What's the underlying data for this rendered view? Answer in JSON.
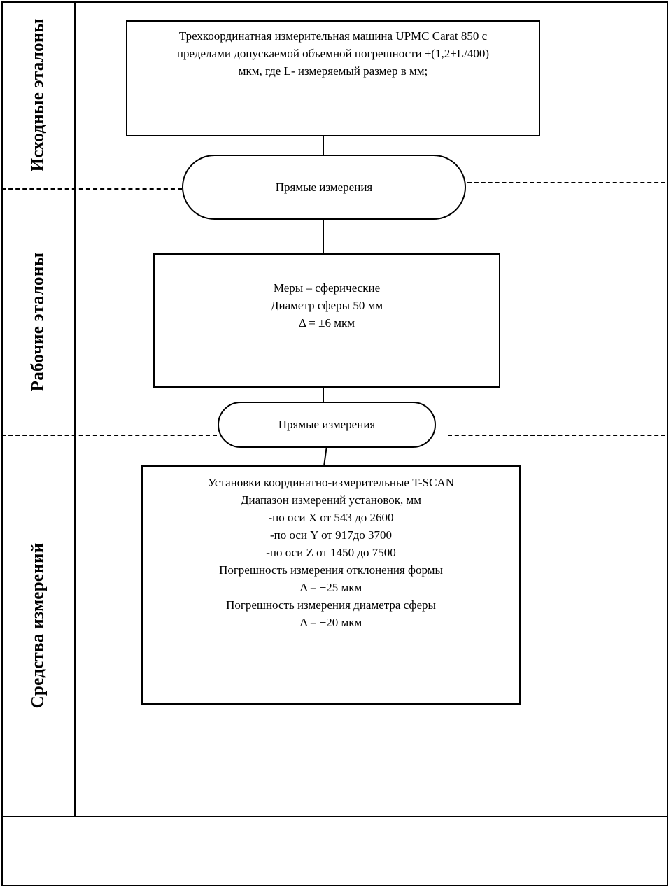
{
  "sections": [
    {
      "label": "Исходные эталоны"
    },
    {
      "label": "Рабочие эталоны"
    },
    {
      "label": "Средства измерений"
    }
  ],
  "boxes": {
    "source_standard": {
      "lines": [
        "Трехкоординатная измерительная машина UPMC Carat 850 с",
        "пределами допускаемой объемной погрешности ±(1,2+L/400)",
        "мкм, где L- измеряемый размер в мм;"
      ]
    },
    "working_standard": {
      "lines": [
        "Меры – сферические",
        "Диаметр сферы 50 мм",
        "Δ = ±6 мкм"
      ]
    },
    "measuring_instrument": {
      "lines": [
        "Установки координатно-измерительные T-SCAN",
        "Диапазон измерений установок, мм",
        "-по оси X  от 543 до 2600",
        "-по оси Y от 917до 3700",
        "-по оси Z от 1450 до 7500",
        "Погрешность измерения отклонения формы",
        "Δ = ±25 мкм",
        "Погрешность измерения диаметра сферы",
        "Δ = ±20 мкм"
      ]
    }
  },
  "methods": [
    {
      "label": "Прямые измерения"
    },
    {
      "label": "Прямые измерения"
    }
  ]
}
